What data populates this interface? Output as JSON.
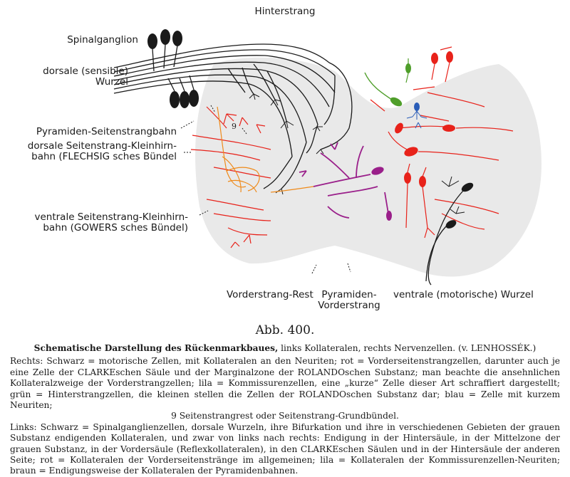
{
  "labels": {
    "hinterstrang": "Hinterstrang",
    "spinalganglion": "Spinalganglion",
    "dorsale_wurzel_1": "dorsale (sensible)",
    "dorsale_wurzel_2": "Wurzel",
    "pyramiden_seitenstrangbahn": "Pyramiden-Seitenstrangbahn",
    "dorsale_kleinhirn_1": "dorsale Seitenstrang-Kleinhirn-",
    "dorsale_kleinhirn_2": "bahn (FLECHSIG sches Bündel",
    "ventrale_kleinhirn_1": "ventrale Seitenstrang-Kleinhirn-",
    "ventrale_kleinhirn_2": "bahn (GOWERS sches Bündel)",
    "vorderstrang_rest": "Vorderstrang-Rest",
    "pyramiden_vorderstrang_1": "Pyramiden-",
    "pyramiden_vorderstrang_2": "Vorderstrang",
    "ventrale_wurzel": "ventrale (motorische) Wurzel",
    "nine": "9"
  },
  "figure_number": "Abb. 400.",
  "caption": {
    "title_bold": "Schematische Darstellung des Rückenmarkbaues,",
    "title_rest": " links Kollateralen, rechts Nervenzellen. (v. LENHOSSÉK.)",
    "rechts": "Rechts: Schwarz = motorische Zellen, mit Kollateralen an den Neuriten; rot = Vorderseitenstrangzellen, darunter auch je eine Zelle der CLARKEschen Säule und der Marginalzone der ROLANDOschen Substanz; man beachte die ansehnlichen Kollateralzweige der Vorderstrangzellen; lila = Kommissurenzellen, eine „kurze“ Zelle dieser Art schraffiert dargestellt; grün = Hinterstrangzellen, die kleinen stellen die Zellen der ROLANDOschen Substanz dar; blau = Zelle mit kurzem Neuriten;",
    "rechts_9": "9 Seitenstrangrest oder Seitenstrang-Grundbündel.",
    "links": "Links: Schwarz = Spinalganglienzellen, dorsale Wurzeln, ihre Bifurkation und ihre in verschiedenen Gebieten der grauen Substanz endigenden Kollateralen, und zwar von links nach rechts: Endigung in der Hintersäule, in der Mittelzone der grauen Substanz, in der Vordersäule (Reflexkollateralen), in den CLARKEschen Säulen und in der Hintersäule der anderen Seite; rot = Kollateralen der Vorderseitenstränge im allgemeinen; lila = Kollateralen der Kommissurenzellen-Neuriten; braun = Endigungsweise der Kollateralen der Pyramidenbahnen."
  },
  "colors": {
    "black": "#1a1a1a",
    "red": "#e8221a",
    "purple": "#9a1f8a",
    "green": "#4f9e2a",
    "blue": "#2a5db8",
    "orange": "#ef8a1a",
    "gray": "#e6e6e6"
  }
}
